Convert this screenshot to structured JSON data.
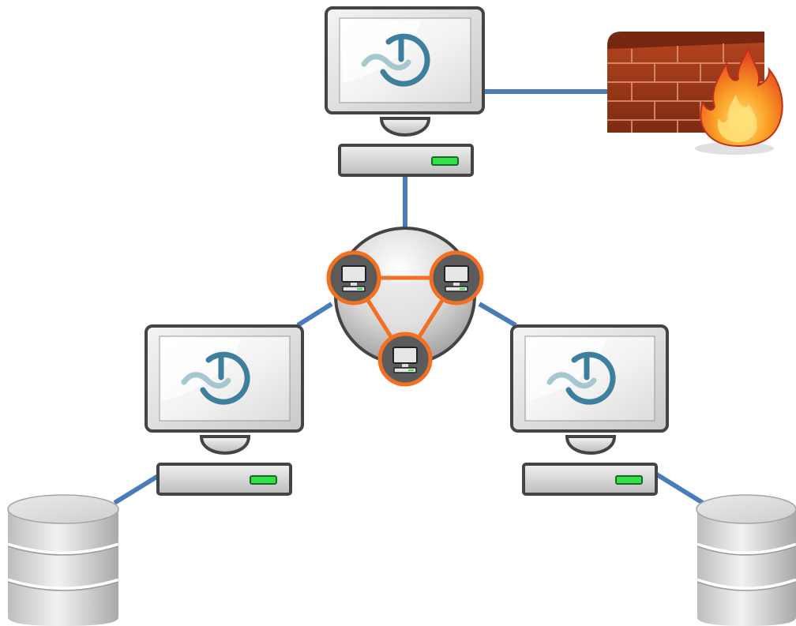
{
  "diagram": {
    "nodes": [
      {
        "id": "server-top",
        "kind": "server",
        "icon": "refresh-tilde-logo-icon"
      },
      {
        "id": "server-left",
        "kind": "server",
        "icon": "refresh-tilde-logo-icon"
      },
      {
        "id": "server-right",
        "kind": "server",
        "icon": "refresh-tilde-logo-icon"
      },
      {
        "id": "firewall",
        "kind": "firewall",
        "icon": "brick-wall-fire-icon"
      },
      {
        "id": "cluster-hub",
        "kind": "cluster",
        "icon": "cluster-triangle-icon",
        "members": 3
      },
      {
        "id": "database-left",
        "kind": "database",
        "icon": "database-cylinder-icon"
      },
      {
        "id": "database-right",
        "kind": "database",
        "icon": "database-cylinder-icon"
      }
    ],
    "edges": [
      {
        "from": "server-top",
        "to": "firewall"
      },
      {
        "from": "server-top",
        "to": "cluster-hub"
      },
      {
        "from": "cluster-hub",
        "to": "server-left"
      },
      {
        "from": "cluster-hub",
        "to": "server-right"
      },
      {
        "from": "server-left",
        "to": "database-left"
      },
      {
        "from": "server-right",
        "to": "database-right"
      }
    ]
  },
  "colors": {
    "link": "#4a7db8",
    "cluster_ring": "#f36f21",
    "logo_ring": "#3d7f9c",
    "logo_tilde": "#a7c7cf",
    "status_led": "#34e04a",
    "brick": "#a13c1c",
    "flame": "#f58a1f"
  }
}
